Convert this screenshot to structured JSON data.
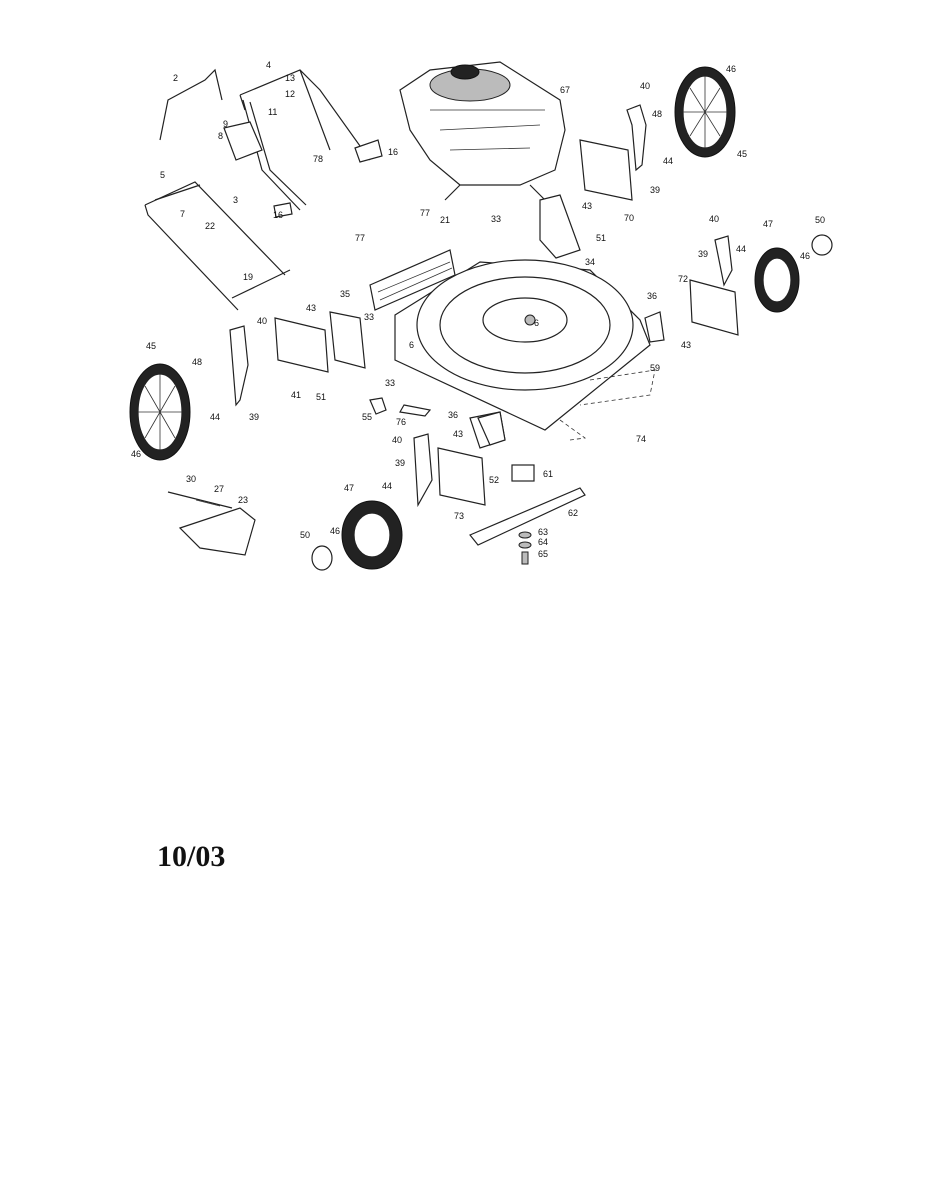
{
  "document": {
    "date_code": "10/03"
  },
  "callouts": [
    {
      "id": "2",
      "label": "2"
    },
    {
      "id": "4",
      "label": "4"
    },
    {
      "id": "13",
      "label": "13"
    },
    {
      "id": "12",
      "label": "12"
    },
    {
      "id": "11",
      "label": "11"
    },
    {
      "id": "9",
      "label": "9"
    },
    {
      "id": "8",
      "label": "8"
    },
    {
      "id": "78",
      "label": "78"
    },
    {
      "id": "16a",
      "label": "16"
    },
    {
      "id": "16b",
      "label": "16"
    },
    {
      "id": "3",
      "label": "3"
    },
    {
      "id": "5",
      "label": "5"
    },
    {
      "id": "7",
      "label": "7"
    },
    {
      "id": "22",
      "label": "22"
    },
    {
      "id": "19",
      "label": "19"
    },
    {
      "id": "67",
      "label": "67"
    },
    {
      "id": "40a",
      "label": "40"
    },
    {
      "id": "46a",
      "label": "46"
    },
    {
      "id": "48a",
      "label": "48"
    },
    {
      "id": "45a",
      "label": "45"
    },
    {
      "id": "44a",
      "label": "44"
    },
    {
      "id": "39a",
      "label": "39"
    },
    {
      "id": "43a",
      "label": "43"
    },
    {
      "id": "70",
      "label": "70"
    },
    {
      "id": "33a",
      "label": "33"
    },
    {
      "id": "51a",
      "label": "51"
    },
    {
      "id": "34",
      "label": "34"
    },
    {
      "id": "77a",
      "label": "77"
    },
    {
      "id": "21",
      "label": "21"
    },
    {
      "id": "77b",
      "label": "77"
    },
    {
      "id": "40b",
      "label": "40"
    },
    {
      "id": "47a",
      "label": "47"
    },
    {
      "id": "50a",
      "label": "50"
    },
    {
      "id": "39b",
      "label": "39"
    },
    {
      "id": "44b",
      "label": "44"
    },
    {
      "id": "46b",
      "label": "46"
    },
    {
      "id": "72",
      "label": "72"
    },
    {
      "id": "36a",
      "label": "36"
    },
    {
      "id": "43b",
      "label": "43"
    },
    {
      "id": "59",
      "label": "59"
    },
    {
      "id": "74",
      "label": "74"
    },
    {
      "id": "35",
      "label": "35"
    },
    {
      "id": "43c",
      "label": "43"
    },
    {
      "id": "33b",
      "label": "33"
    },
    {
      "id": "6a",
      "label": "6"
    },
    {
      "id": "6b",
      "label": "6"
    },
    {
      "id": "33c",
      "label": "33"
    },
    {
      "id": "40c",
      "label": "40"
    },
    {
      "id": "45b",
      "label": "45"
    },
    {
      "id": "48b",
      "label": "48"
    },
    {
      "id": "41",
      "label": "41"
    },
    {
      "id": "51b",
      "label": "51"
    },
    {
      "id": "44c",
      "label": "44"
    },
    {
      "id": "39c",
      "label": "39"
    },
    {
      "id": "46c",
      "label": "46"
    },
    {
      "id": "55",
      "label": "55"
    },
    {
      "id": "76",
      "label": "76"
    },
    {
      "id": "36b",
      "label": "36"
    },
    {
      "id": "43d",
      "label": "43"
    },
    {
      "id": "40d",
      "label": "40"
    },
    {
      "id": "39d",
      "label": "39"
    },
    {
      "id": "52",
      "label": "52"
    },
    {
      "id": "61",
      "label": "61"
    },
    {
      "id": "62",
      "label": "62"
    },
    {
      "id": "63",
      "label": "63"
    },
    {
      "id": "64",
      "label": "64"
    },
    {
      "id": "65",
      "label": "65"
    },
    {
      "id": "73",
      "label": "73"
    },
    {
      "id": "44d",
      "label": "44"
    },
    {
      "id": "47b",
      "label": "47"
    },
    {
      "id": "50b",
      "label": "50"
    },
    {
      "id": "46d",
      "label": "46"
    },
    {
      "id": "30",
      "label": "30"
    },
    {
      "id": "27",
      "label": "27"
    },
    {
      "id": "23",
      "label": "23"
    }
  ]
}
